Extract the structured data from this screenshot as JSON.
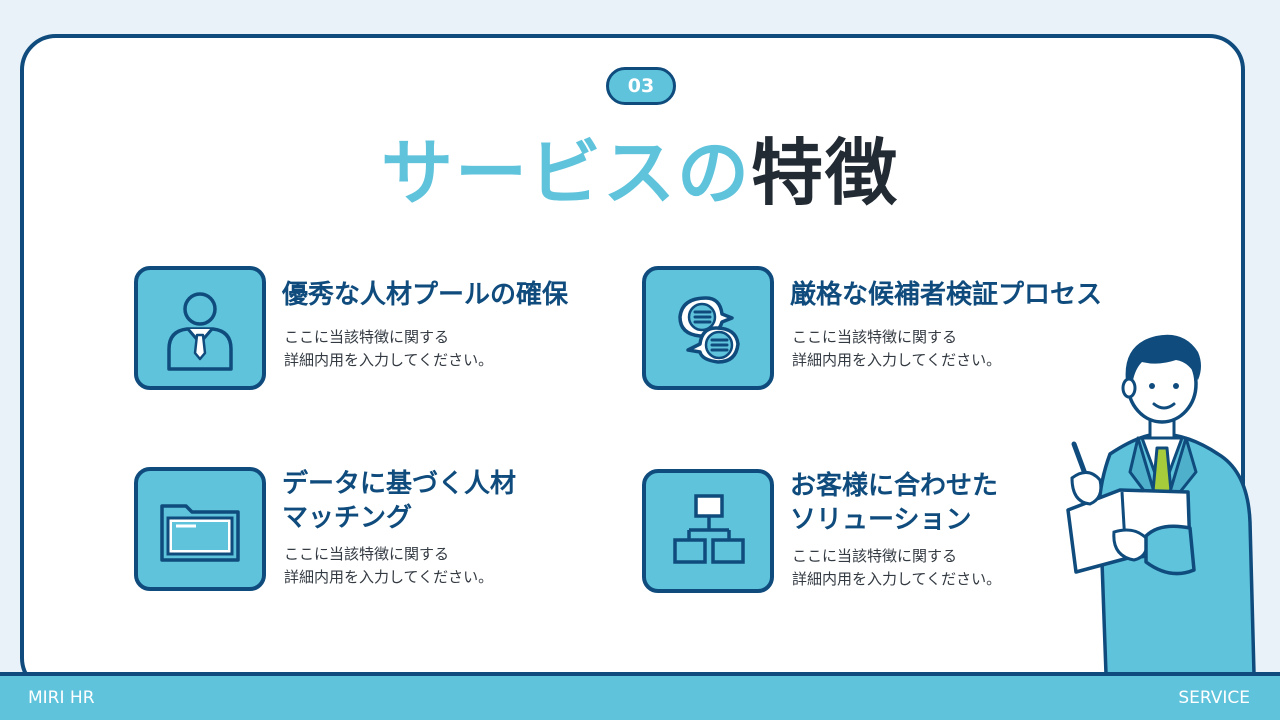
{
  "badge": {
    "number": "03"
  },
  "title": {
    "accent": "サービスの",
    "dark": "特徴"
  },
  "features": [
    {
      "title": "優秀な人材プールの確保",
      "desc": "ここに当該特徴に関する\n詳細内用を入力してください。",
      "icon": "business-person-icon"
    },
    {
      "title": "厳格な候補者検証プロセス",
      "desc": "ここに当該特徴に関する\n詳細内用を入力してください。",
      "icon": "chat-bubbles-icon"
    },
    {
      "title": "データに基づく人材\nマッチング",
      "desc": "ここに当該特徴に関する\n詳細内用を入力してください。",
      "icon": "folder-icon"
    },
    {
      "title": "お客様に合わせた\nソリューション",
      "desc": "ここに当該特徴に関する\n詳細内用を入力してください。",
      "icon": "org-chart-icon"
    }
  ],
  "footer": {
    "left": "MIRI HR",
    "right": "SERVICE"
  },
  "colors": {
    "accent": "#5fc3dc",
    "navy": "#0f4c7d",
    "dark_text": "#222a33",
    "background": "#eaf2f9"
  }
}
